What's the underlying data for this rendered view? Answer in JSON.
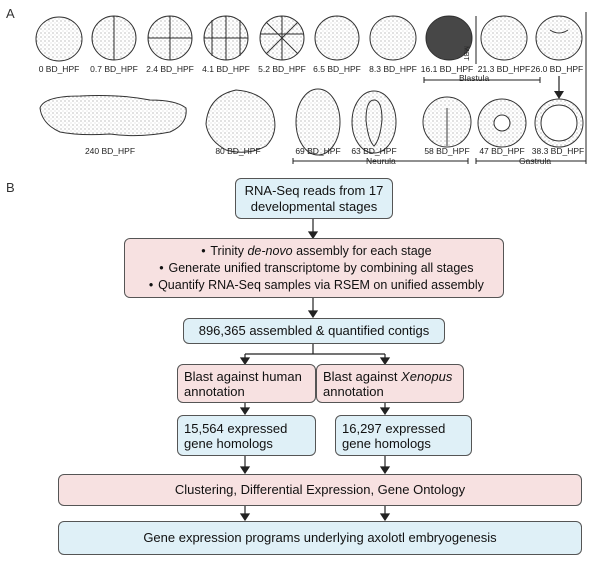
{
  "panel_a_label": "A",
  "panel_b_label": "B",
  "stages": [
    "0 BD_HPF",
    "0.7 BD_HPF",
    "2.4 BD_HPF",
    "4.1 BD_HPF",
    "5.2 BD_HPF",
    "6.5 BD_HPF",
    "8.3 BD_HPF",
    "16.1 BD_HPF",
    "21.3 BD_HPF",
    "26.0 BD_HPF",
    "240 BD_HPF",
    "80 BD_HPF",
    "69 BD_HPF",
    "63 BD_HPF",
    "58 BD_HPF",
    "47 BD_HPF",
    "38.3 BD_HPF"
  ],
  "periods": {
    "mbt": "MBT",
    "blastula": "Blastula",
    "neurula": "Neurula",
    "gastrula": "Gastrula"
  },
  "flow": {
    "reads": "RNA-Seq reads from 17 developmental stages",
    "assembly_steps": [
      {
        "before": "Trinity ",
        "em": "de-novo",
        "after": " assembly for each stage"
      },
      {
        "before": "Generate unified transcriptome by combining all stages",
        "em": "",
        "after": ""
      },
      {
        "before": "Quantify RNA-Seq samples via RSEM on unified assembly",
        "em": "",
        "after": ""
      }
    ],
    "contigs": "896,365 assembled & quantified contigs",
    "blast_human": "Blast against human annotation",
    "blast_xenopus_before": "Blast against ",
    "blast_xenopus_em": "Xenopus",
    "blast_xenopus_after": " annotation",
    "human_homologs": "15,564 expressed gene homologs",
    "xenopus_homologs": "16,297 expressed gene homologs",
    "analysis": "Clustering, Differential Expression, Gene Ontology",
    "programs": "Gene expression programs underlying axolotl embryogenesis"
  },
  "colors": {
    "blue_box": "#dff0f7",
    "pink_box": "#f7e1e1",
    "border": "#555555"
  }
}
